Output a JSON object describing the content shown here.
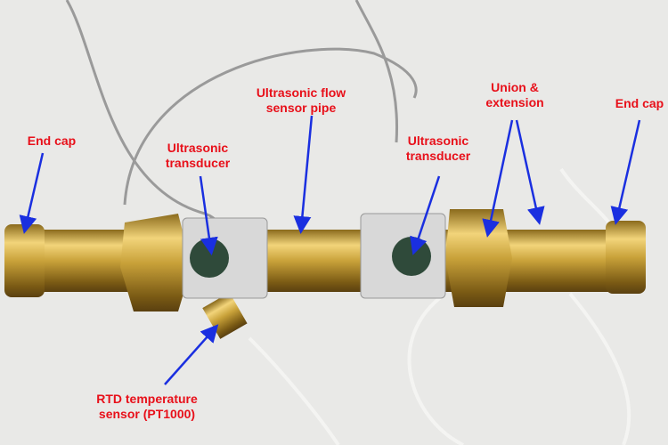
{
  "labels": {
    "end_cap_left": "End cap",
    "transducer_left_1": "Ultrasonic",
    "transducer_left_2": "transducer",
    "pipe_1": "Ultrasonic flow",
    "pipe_2": "sensor pipe",
    "transducer_right_1": "Ultrasonic",
    "transducer_right_2": "transducer",
    "union_1": "Union &",
    "union_2": "extension",
    "end_cap_right": "End cap",
    "rtd_1": "RTD temperature",
    "rtd_2": "sensor (PT1000)"
  },
  "colors": {
    "label": "#e8101a",
    "arrow": "#1a2fe0",
    "brass": "#c9a23a"
  }
}
